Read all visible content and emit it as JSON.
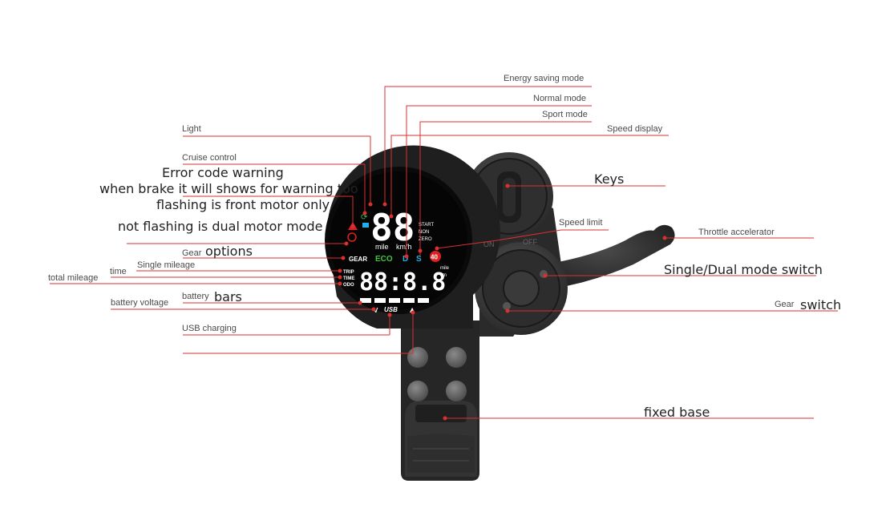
{
  "labels": {
    "energy_saving_mode": "Energy saving mode",
    "normal_mode": "Normal mode",
    "sport_mode": "Sport mode",
    "speed_display": "Speed display",
    "light": "Light",
    "cruise_control": "Cruise control",
    "error_code_warning": "Error code warning",
    "brake_warning": "when brake it will shows for warning too",
    "flashing_front": "flashing is front motor only",
    "not_flashing_dual": "not flashing is dual motor mode",
    "keys": "Keys",
    "speed_limit": "Speed limit",
    "throttle_accelerator": "Throttle accelerator",
    "gear_small": "Gear",
    "gear_options": "options",
    "single_mileage": "Single mileage",
    "time": "time",
    "total_mileage": "total mileage",
    "single_dual_switch": "Single/Dual mode switch",
    "battery_small": "battery",
    "battery_bars": "bars",
    "battery_voltage": "battery voltage",
    "gear_switch_small": "Gear",
    "gear_switch": "switch",
    "usb_charging": "USB charging",
    "fixed_base": "fixed base"
  },
  "display": {
    "speed_digits": "88",
    "unit_mile": "mile",
    "unit_kmh": "km/h",
    "start": "START",
    "non": "NON",
    "zero": "ZERO",
    "gear": "GEAR",
    "eco": "ECO",
    "d": "D",
    "s": "S",
    "limit_value": "40",
    "trip": "TRIP",
    "time": "TIME",
    "odo": "ODO",
    "odometer_digits": "88:8.8",
    "unit_mile_small": "mile",
    "unit_km_small": "km",
    "voltage_unit": "V",
    "usb": "USB",
    "switch_on": "ON",
    "switch_off": "OFF"
  },
  "colors": {
    "leader_line": "#d93030",
    "eco": "#3ec73e",
    "d": "#22b0e8",
    "s": "#22b0e8",
    "warning": "#e02020",
    "body": "#2b2b2b"
  }
}
